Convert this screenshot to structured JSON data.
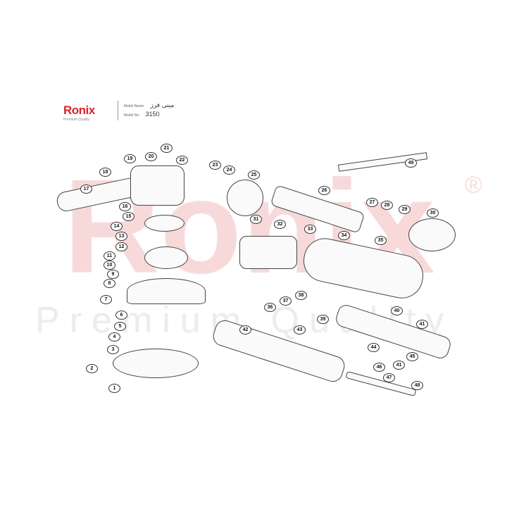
{
  "header": {
    "brand": "Ronix",
    "tagline": "Premium Quality",
    "model_name_label": "Model Name:",
    "model_name": "مینی فرز",
    "model_no_label": "Model No:",
    "model_no": "3150"
  },
  "watermark": {
    "main": "Ronix",
    "sub": "Premium Quality"
  },
  "parts": [
    "1",
    "2",
    "3",
    "4",
    "5",
    "6",
    "7",
    "8",
    "9",
    "10",
    "11",
    "12",
    "13",
    "14",
    "15",
    "16",
    "17",
    "18",
    "19",
    "20",
    "21",
    "22",
    "23",
    "24",
    "25",
    "26",
    "27",
    "28",
    "29",
    "30",
    "31",
    "32",
    "33",
    "34",
    "35",
    "36",
    "37",
    "38",
    "39",
    "40",
    "41",
    "42",
    "43",
    "44",
    "45",
    "46",
    "41",
    "47",
    "48",
    "49"
  ]
}
